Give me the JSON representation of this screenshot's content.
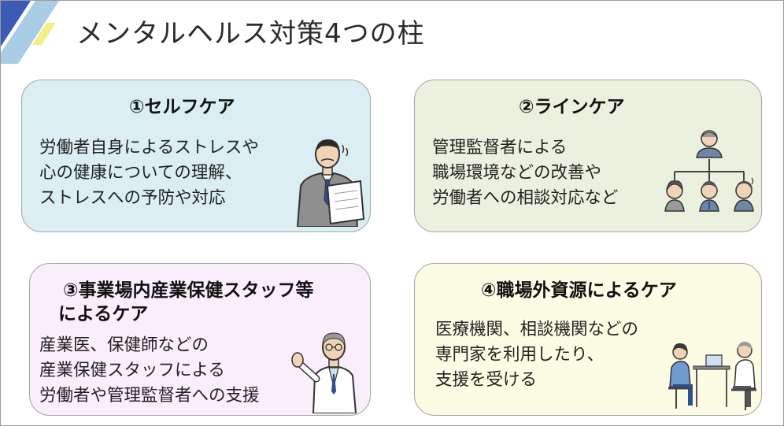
{
  "slide": {
    "title": "メンタルヘルス対策4つの柱"
  },
  "cards": [
    {
      "title": "①セルフケア",
      "lines": [
        "労働者自身によるストレスや",
        "心の健康についての理解、",
        "ストレスへの予防や対応"
      ],
      "bg_color": "#daeef3",
      "illustration": "stressed-worker-icon"
    },
    {
      "title": "②ラインケア",
      "lines": [
        "管理監督者による",
        "職場環境などの改善や",
        "労働者への相談対応など"
      ],
      "bg_color": "#ebf1de",
      "illustration": "org-chart-icon"
    },
    {
      "title_lines": [
        "③事業場内産業保健スタッフ等",
        "によるケア"
      ],
      "lines": [
        "産業医、保健師などの",
        "産業保健スタッフによる",
        "労働者や管理監督者への支援"
      ],
      "bg_color": "#f9eefa",
      "illustration": "doctor-icon"
    },
    {
      "title": "④職場外資源によるケア",
      "lines": [
        "医療機関、相談機関などの",
        "専門家を利用したり、",
        "支援を受ける"
      ],
      "bg_color": "#fcfbe3",
      "illustration": "consultation-icon"
    }
  ],
  "colors": {
    "accent_blue": "#3b5bb5",
    "accent_light_blue": "#a9cde4",
    "accent_yellow": "#f3ef86",
    "card_border": "#a5a5a5"
  }
}
